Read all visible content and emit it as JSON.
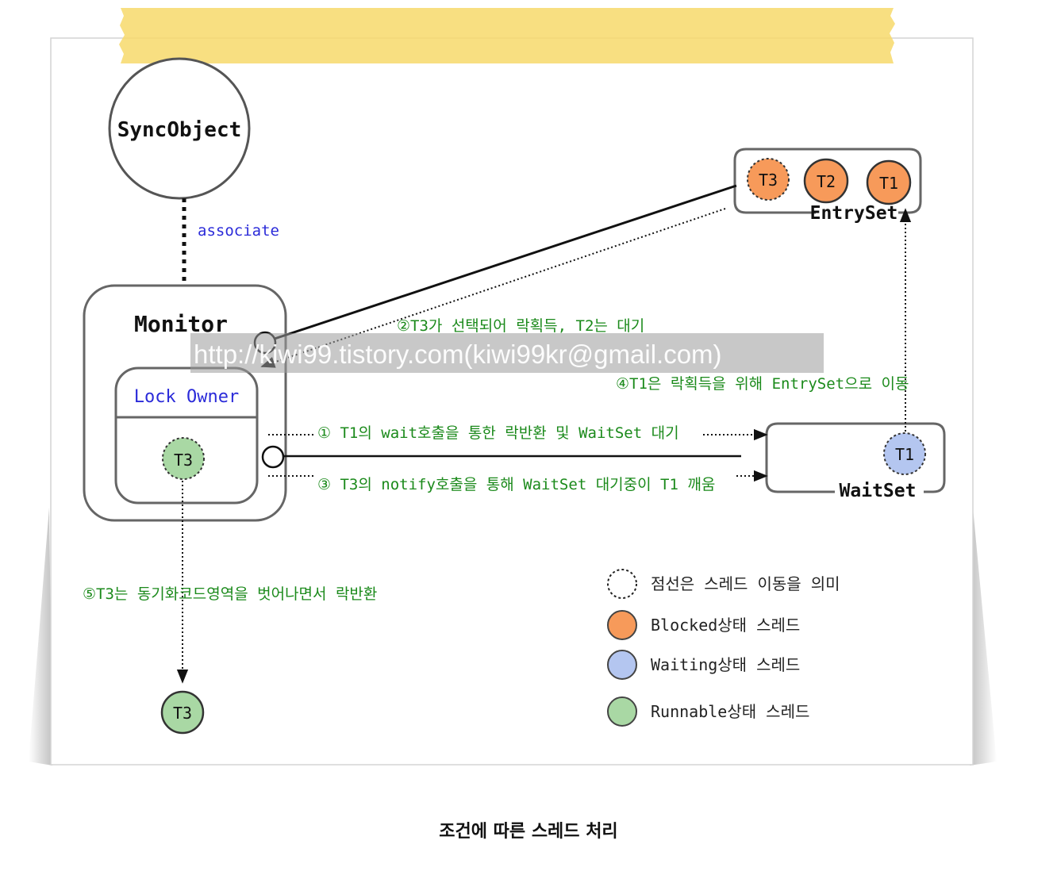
{
  "nodes": {
    "sync_object": "SyncObject",
    "associate": "associate",
    "monitor": "Monitor",
    "lock_owner": "Lock Owner",
    "owner_thread": "T3",
    "entry_set": "EntrySet",
    "entry_t3": "T3",
    "entry_t2": "T2",
    "entry_t1": "T1",
    "wait_set": "WaitSet",
    "wait_t1": "T1",
    "exit_thread": "T3"
  },
  "steps": {
    "step1": "① T1의 wait호출을 통한 락반환 및 WaitSet 대기",
    "step2": "②T3가 선택되어 락획득, T2는 대기",
    "step3": "③ T3의 notify호출을 통해 WaitSet 대기중이 T1 깨움",
    "step4": "④T1은 락획득을 위해 EntrySet으로 이동",
    "step5": "⑤T3는 동기화코드영역을 벗어나면서 락반환"
  },
  "watermark": "http://kiwi99.tistory.com(kiwi99kr@gmail.com)",
  "legend": [
    {
      "label": "점선은 스레드 이동을 의미",
      "color": "#ffffff",
      "dashed": true
    },
    {
      "label": "Blocked상태 스레드",
      "color": "#f79a5a",
      "dashed": false
    },
    {
      "label": "Waiting상태 스레드",
      "color": "#b4c6f0",
      "dashed": false
    },
    {
      "label": "Runnable상태 스레드",
      "color": "#a9d8a4",
      "dashed": false
    }
  ],
  "colors": {
    "blocked": "#f79a5a",
    "waiting": "#b4c6f0",
    "runnable": "#a9d8a4",
    "step_text": "#1b8a1b",
    "accent_blue": "#2b2bd9",
    "tape": "#f7d96b"
  },
  "caption": "조건에 따른 스레드 처리"
}
